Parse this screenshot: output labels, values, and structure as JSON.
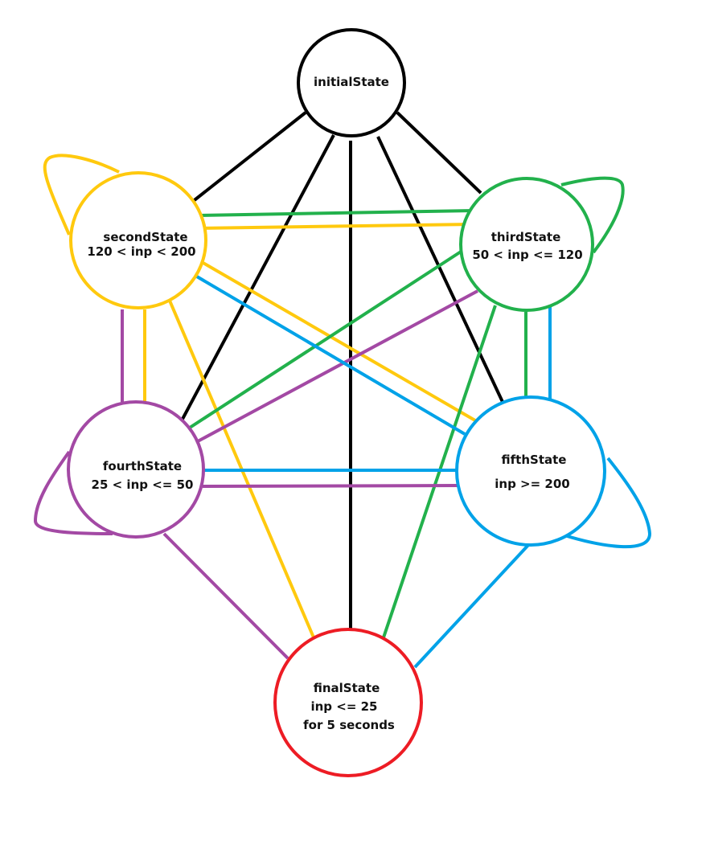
{
  "colors": {
    "black": "#000000",
    "yellow": "#ffc90e",
    "green": "#22b14c",
    "purple": "#a349a4",
    "blue": "#00a2e8",
    "red": "#ed1c24"
  },
  "states": {
    "initial": {
      "name": "initialState",
      "color": "#000000"
    },
    "second": {
      "name": "secondState",
      "condition": "120 < inp < 200",
      "color": "#ffc90e"
    },
    "third": {
      "name": "thirdState",
      "condition": "50 < inp <= 120",
      "color": "#22b14c"
    },
    "fourth": {
      "name": "fourthState",
      "condition": "25 < inp <= 50",
      "color": "#a349a4"
    },
    "fifth": {
      "name": "fifthState",
      "condition": "inp >= 200",
      "color": "#00a2e8"
    },
    "final": {
      "name": "finalState",
      "condition": "inp <= 25",
      "condition2": "for 5 seconds",
      "color": "#ed1c24"
    }
  }
}
